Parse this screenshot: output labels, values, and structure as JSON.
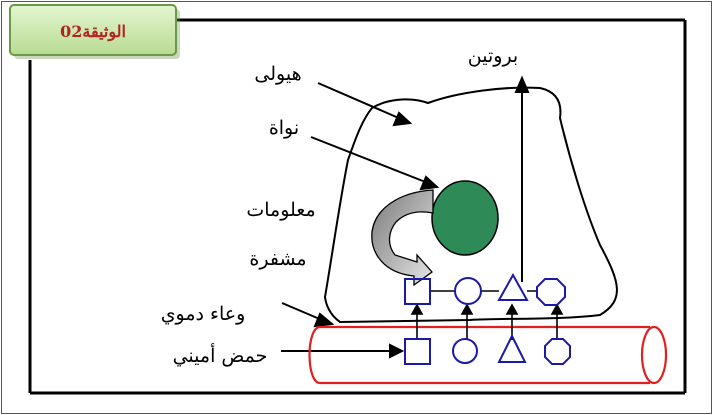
{
  "document_tag": "الوثيقة02",
  "labels": {
    "cytoplasm": "هيولى",
    "nucleus": "نواة",
    "coded_info_line1": "معلومات",
    "coded_info_line2": "مشفرة",
    "protein": "بروتين",
    "blood_vessel": "وعاء دموي",
    "amino_acid": "حمض أميني"
  },
  "amino_acid_shapes": [
    "square",
    "circle",
    "triangle",
    "octagon"
  ],
  "colors": {
    "badge_fill": "#c8e6a8",
    "badge_border": "#6a9a45",
    "badge_text": "#b22222",
    "nucleus": "#2e8b57",
    "vessel": "#e02020",
    "shapes": "#1a1aa8",
    "frame": "#000000"
  }
}
